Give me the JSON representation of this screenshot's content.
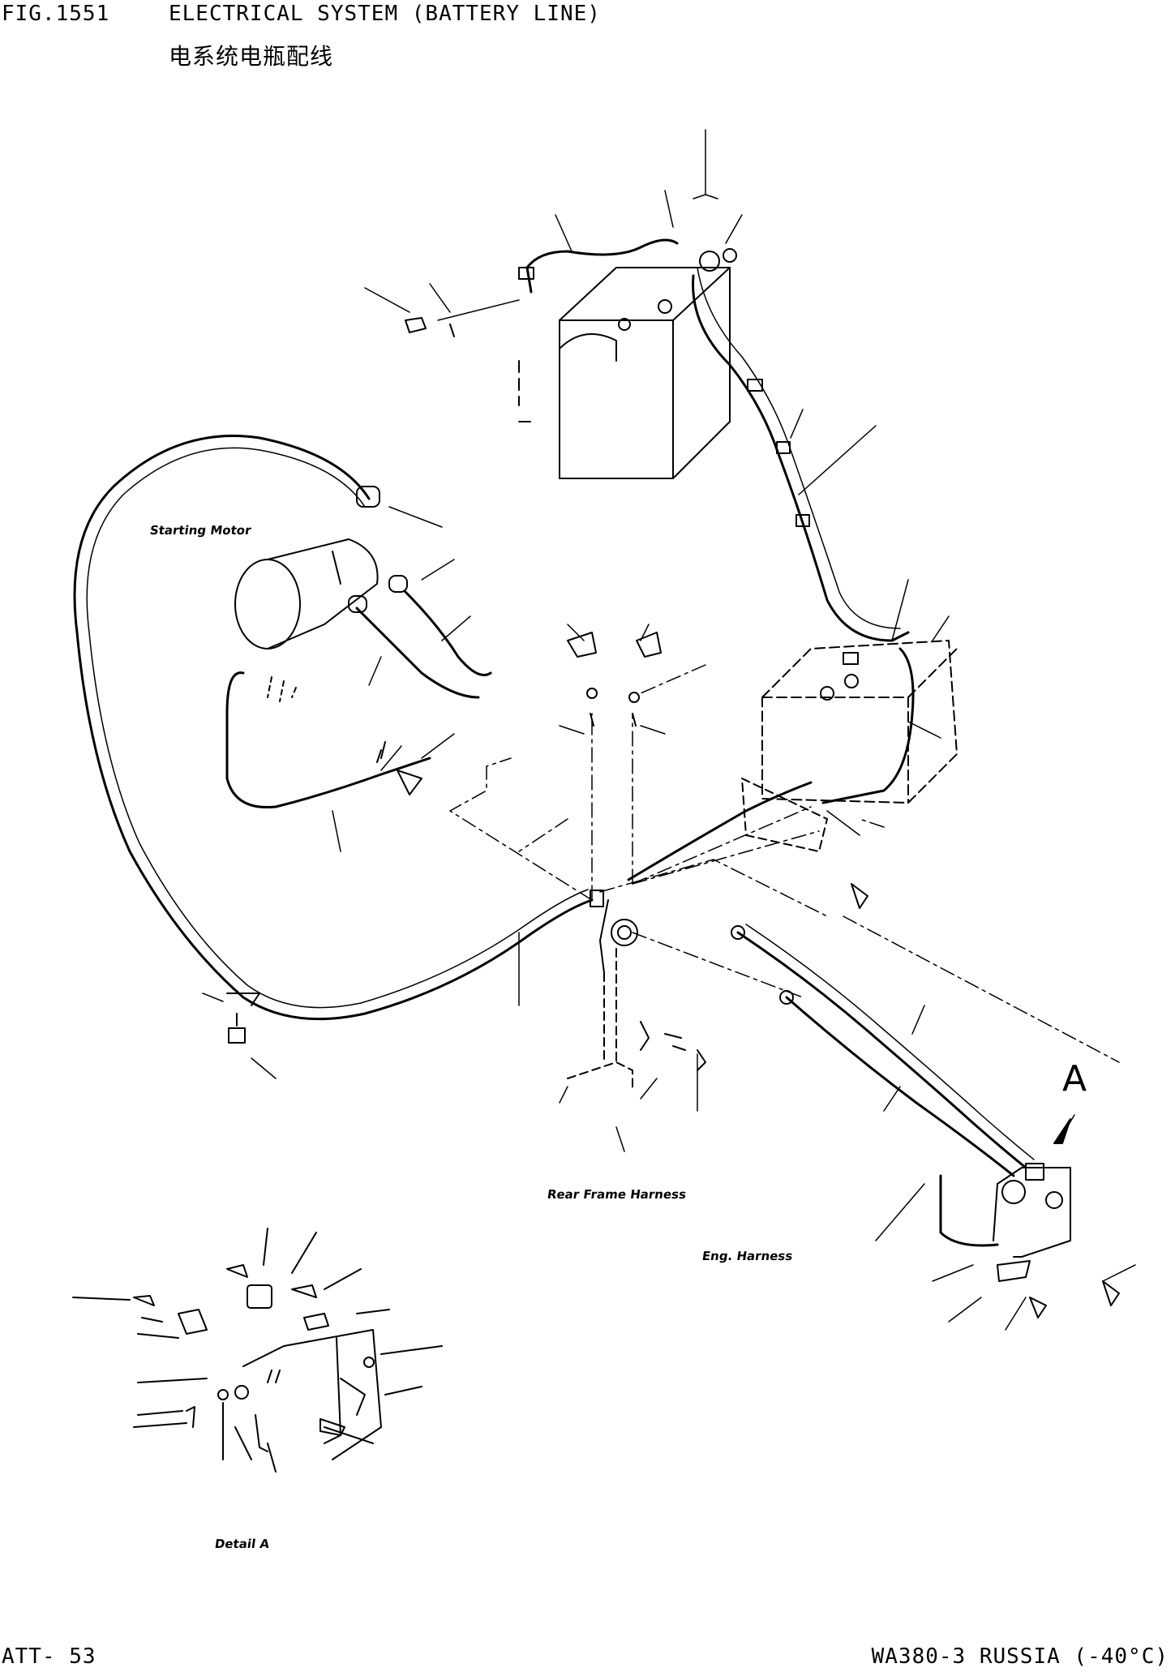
{
  "header": {
    "figure_number": "FIG.1551",
    "title": "ELECTRICAL SYSTEM (BATTERY LINE)",
    "title_cn": "电系统电瓶配线"
  },
  "labels": {
    "starting_motor": "Starting Motor",
    "rear_frame_harness": "Rear Frame Harness",
    "eng_harness": "Eng. Harness",
    "detail_a": "Detail A",
    "view_a": "A"
  },
  "footer": {
    "page": "ATT- 53",
    "model": "WA380-3 RUSSIA (-40°C)"
  },
  "colors": {
    "ink": "#000000",
    "paper": "#ffffff"
  }
}
